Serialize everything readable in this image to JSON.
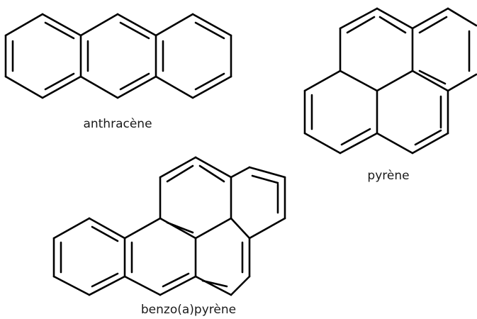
{
  "molecules": [
    {
      "id": "anthracene",
      "label": "anthracène"
    },
    {
      "id": "pyrene",
      "label": "pyrène"
    },
    {
      "id": "benzopyrene",
      "label": "benzo(a)pyrène"
    }
  ],
  "colors": {
    "bond": "#000000",
    "text": "#1a1a1a",
    "background": "#ffffff"
  }
}
